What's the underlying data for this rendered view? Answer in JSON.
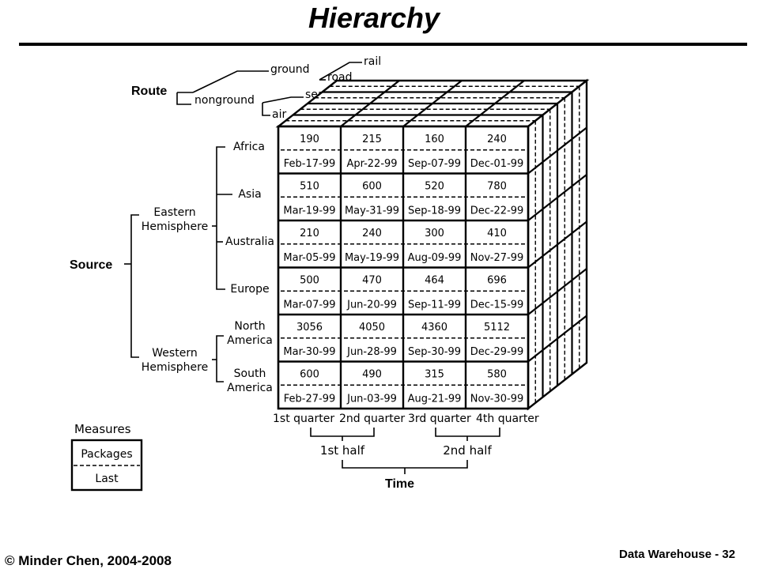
{
  "page": {
    "title": "Hierarchy"
  },
  "footer": {
    "copyright": "© Minder Chen, 2004-2008",
    "page_label": "Data Warehouse - 32"
  },
  "route": {
    "label": "Route",
    "ground": "ground",
    "nonground": "nonground",
    "rail": "rail",
    "road": "road",
    "sea": "sea",
    "air": "air"
  },
  "source": {
    "label": "Source",
    "eastern": [
      "Eastern",
      "Hemisphere"
    ],
    "western": [
      "Western",
      "Hemisphere"
    ],
    "regions": [
      [
        "Africa"
      ],
      [
        "Asia"
      ],
      [
        "Australia"
      ],
      [
        "Europe"
      ],
      [
        "North",
        "America"
      ],
      [
        "South",
        "America"
      ]
    ]
  },
  "cube": {
    "rows": [
      {
        "packages": [
          "190",
          "215",
          "160",
          "240"
        ],
        "last": [
          "Feb-17-99",
          "Apr-22-99",
          "Sep-07-99",
          "Dec-01-99"
        ]
      },
      {
        "packages": [
          "510",
          "600",
          "520",
          "780"
        ],
        "last": [
          "Mar-19-99",
          "May-31-99",
          "Sep-18-99",
          "Dec-22-99"
        ]
      },
      {
        "packages": [
          "210",
          "240",
          "300",
          "410"
        ],
        "last": [
          "Mar-05-99",
          "May-19-99",
          "Aug-09-99",
          "Nov-27-99"
        ]
      },
      {
        "packages": [
          "500",
          "470",
          "464",
          "696"
        ],
        "last": [
          "Mar-07-99",
          "Jun-20-99",
          "Sep-11-99",
          "Dec-15-99"
        ]
      },
      {
        "packages": [
          "3056",
          "4050",
          "4360",
          "5112"
        ],
        "last": [
          "Mar-30-99",
          "Jun-28-99",
          "Sep-30-99",
          "Dec-29-99"
        ]
      },
      {
        "packages": [
          "600",
          "490",
          "315",
          "580"
        ],
        "last": [
          "Feb-27-99",
          "Jun-03-99",
          "Aug-21-99",
          "Nov-30-99"
        ]
      }
    ]
  },
  "time": {
    "label": "Time",
    "quarters": [
      "1st quarter",
      "2nd quarter",
      "3rd quarter",
      "4th quarter"
    ],
    "halves": [
      "1st half",
      "2nd half"
    ]
  },
  "measures": {
    "title": "Measures",
    "items": [
      "Packages",
      "Last"
    ]
  }
}
